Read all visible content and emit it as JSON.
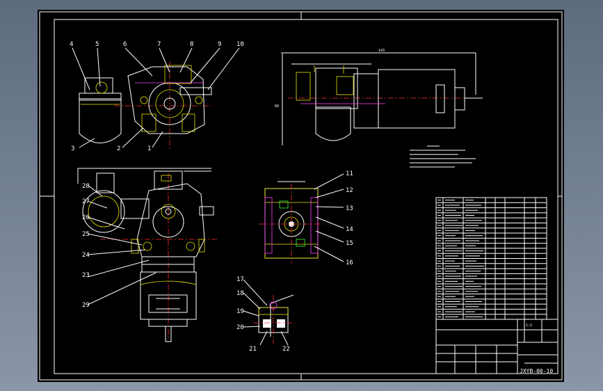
{
  "drawing": {
    "background": "#000000",
    "line_color": "#ffffff",
    "center_line_color": "#ff3030",
    "hatch_color": "#e6e600",
    "accent_color": "#ff40ff"
  },
  "balloons": {
    "b1": "1",
    "b2": "2",
    "b3": "3",
    "b4": "4",
    "b5": "5",
    "b6": "6",
    "b7": "7",
    "b8": "8",
    "b9": "9",
    "b10": "10",
    "b11": "11",
    "b12": "12",
    "b13": "13",
    "b14": "14",
    "b15": "15",
    "b16": "16",
    "b17": "17",
    "b18": "18",
    "b19": "19",
    "b20": "20",
    "b21": "21",
    "b22": "22",
    "b23": "23",
    "b24": "24",
    "b25": "25",
    "b26": "26",
    "b27": "27",
    "b28": "28",
    "b29": "29"
  },
  "dimensions": {
    "top_length": "143",
    "side_height": "68"
  },
  "title_block": {
    "drawing_number": "JXYB-00-10",
    "drawing_number_upper": "1:2"
  }
}
